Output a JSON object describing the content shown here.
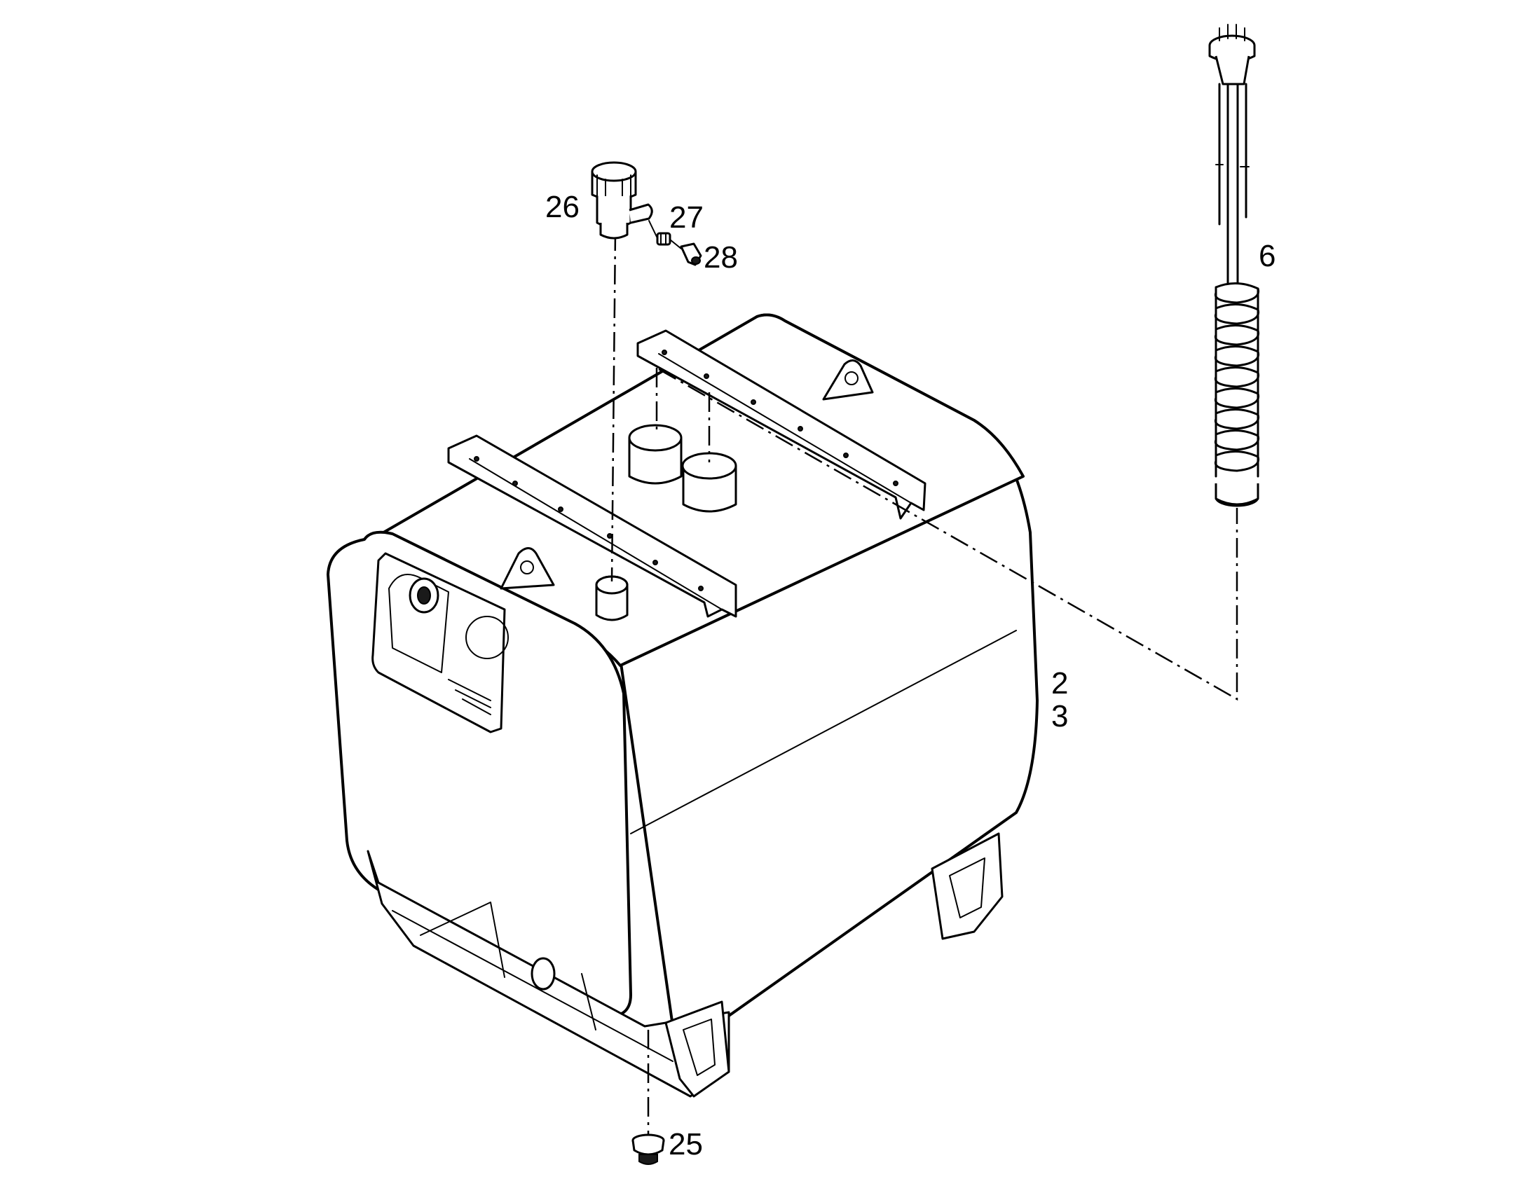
{
  "callouts": {
    "item_26": "26",
    "item_27": "27",
    "item_28": "28",
    "item_6": "6",
    "item_2": "2",
    "item_3": "3",
    "item_25": "25"
  },
  "colors": {
    "line": "#000000",
    "background": "#ffffff"
  }
}
